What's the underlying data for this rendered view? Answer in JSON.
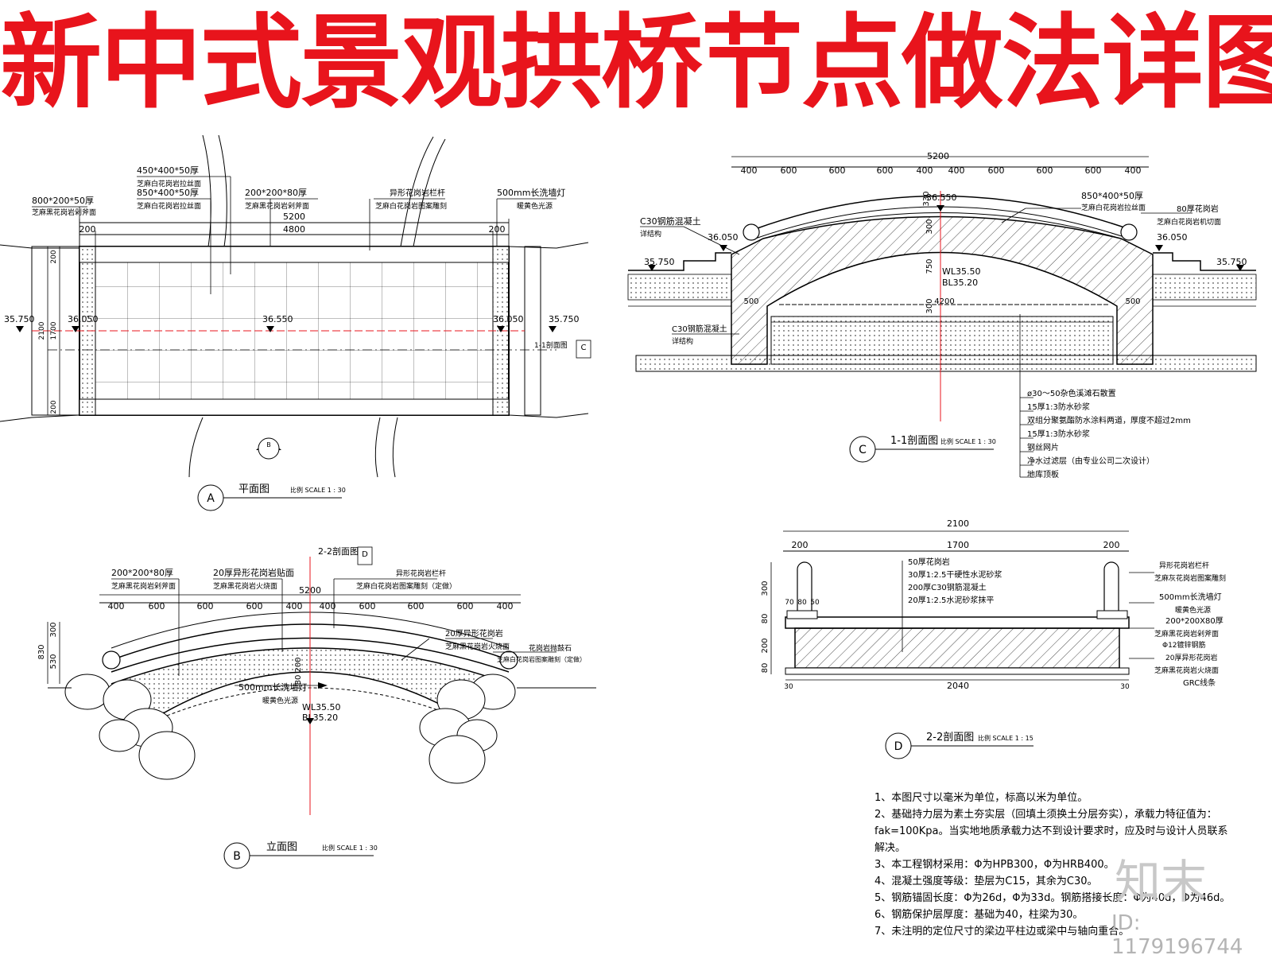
{
  "title": "新中式景观拱桥节点做法详图",
  "plan": {
    "labels": [
      {
        "l1": "800*200*50厚",
        "l2": "芝麻黑花岗岩剁斧面"
      },
      {
        "l1": "450*400*50厚",
        "l2": "芝麻白花岗岩拉丝面"
      },
      {
        "l1": "850*400*50厚",
        "l2": "芝麻白花岗岩拉丝面"
      },
      {
        "l1": "200*200*80厚",
        "l2": "芝麻黑花岗岩剁斧面"
      },
      {
        "l1": "异形花岗岩栏杆",
        "l2": "芝麻白花岗岩图案雕刻"
      },
      {
        "l1": "500mm长洗墙灯",
        "l2": "暖黄色光源"
      }
    ],
    "dims": {
      "total": "5200",
      "left": "200",
      "mid": "4800",
      "right": "200"
    },
    "side_dims": [
      "200",
      "1700",
      "200",
      "2100"
    ],
    "elevations": [
      "35.750",
      "36.050",
      "36.550",
      "36.050",
      "35.750"
    ],
    "section_ref": "1-1剖面图",
    "section_mark": "C",
    "view_mark": "B",
    "caption": {
      "code": "A",
      "name": "平面图",
      "scale": "比例 SCALE 1 : 30"
    }
  },
  "section11": {
    "top_dims": [
      "400",
      "600",
      "600",
      "600",
      "400",
      "400",
      "600",
      "600",
      "600",
      "400"
    ],
    "total": "5200",
    "elev_top": "36.550",
    "elev_left": "36.050",
    "elev_right": "36.050",
    "elev_far_left": "35.750",
    "elev_far_right": "35.750",
    "water": "WL35.50",
    "bottom": "BL35.20",
    "v_dims": [
      "330",
      "300",
      "750",
      "300"
    ],
    "inner_dims": [
      "500",
      "4200",
      "500"
    ],
    "left_labels": [
      {
        "l1": "C30钢筋混凝土",
        "l2": "详结构"
      },
      {
        "l1": "C30钢筋混凝土",
        "l2": "详结构"
      }
    ],
    "right_labels": [
      {
        "l1": "850*400*50厚",
        "l2": "芝麻白花岗岩拉丝面"
      },
      {
        "l1": "80厚花岗岩",
        "l2": "芝麻白花岗岩机切面"
      }
    ],
    "layers": [
      "ø30～50杂色溪滩石散置",
      "15厚1:3防水砂浆",
      "双组分聚氨酯防水涂料两道，厚度不超过2mm",
      "15厚1:3防水砂浆",
      "钢丝网片",
      "净水过滤层（由专业公司二次设计）",
      "地库顶板"
    ],
    "caption": {
      "code": "C",
      "name": "1-1剖面图",
      "scale": "比例 SCALE 1 : 30"
    }
  },
  "elevation": {
    "section_ref": "2-2剖面图",
    "section_mark": "D",
    "labels": [
      {
        "l1": "200*200*80厚",
        "l2": "芝麻黑花岗岩剁斧面"
      },
      {
        "l1": "20厚异形花岗岩贴面",
        "l2": "芝麻黑花岗岩火烧面"
      },
      {
        "l1": "异形花岗岩栏杆",
        "l2": "芝麻白花岗岩图案雕刻（定做）"
      }
    ],
    "right_labels": [
      {
        "l1": "20厚异形花岗岩",
        "l2": "芝麻黑花岗岩火烧面"
      },
      {
        "l1": "花岗岩抛鼓石",
        "l2": "芝麻白花岗岩图案雕刻（定做）"
      }
    ],
    "lamp": {
      "l1": "500mm长洗墙灯",
      "l2": "暖黄色光源"
    },
    "top_dims": [
      "400",
      "600",
      "600",
      "600",
      "400",
      "400",
      "600",
      "600",
      "600",
      "400"
    ],
    "total": "5200",
    "v_dims": [
      "300",
      "530",
      "830"
    ],
    "center_dims": [
      "200",
      "80"
    ],
    "water": "WL35.50",
    "bottom": "BL35.20",
    "caption": {
      "code": "B",
      "name": "立面图",
      "scale": "比例 SCALE 1 : 30"
    }
  },
  "section22": {
    "total": "2100",
    "dims": [
      "200",
      "1700",
      "200"
    ],
    "bottom": "2040",
    "small": [
      "30",
      "30"
    ],
    "top_small": [
      "70",
      "80",
      "50"
    ],
    "v_dims": [
      "300",
      "80",
      "200",
      "80"
    ],
    "center_labels": [
      "50厚花岗岩",
      "30厚1:2.5干硬性水泥砂浆",
      "200厚C30钢筋混凝土",
      "20厚1:2.5水泥砂浆抹平"
    ],
    "right_labels": [
      "异形花岗岩栏杆",
      "芝麻灰花岗岩图案雕刻",
      "500mm长洗墙灯",
      "暖黄色光源",
      "200*200X80厚",
      "芝麻黑花岗岩剁斧面",
      "Φ12镀锌钢筋",
      "20厚异形花岗岩",
      "芝麻黑花岗岩火烧面",
      "GRC线条"
    ],
    "caption": {
      "code": "D",
      "name": "2-2剖面图",
      "scale": "比例 SCALE 1 : 15"
    }
  },
  "notes": [
    "1、本图尺寸以毫米为单位，标高以米为单位。",
    "2、基础持力层为素土夯实层（回填土须换土分层夯实），承载力特征值为：",
    "fak=100Kpa。当实地地质承载力达不到设计要求时，应及时与设计人员联系",
    "解决。",
    "3、本工程钢材采用：Φ为HPB300，Φ为HRB400。",
    "4、混凝土强度等级：垫层为C15，其余为C30。",
    "5、钢筋锚固长度：Φ为26d，Φ为33d。钢筋搭接长度：Φ为40d，Φ为46d。",
    "6、钢筋保护层厚度：基础为40，柱梁为30。",
    "7、未注明的定位尺寸的梁边平柱边或梁中与轴向重合。"
  ],
  "brand": "知末",
  "image_id": "ID: 1179196744"
}
